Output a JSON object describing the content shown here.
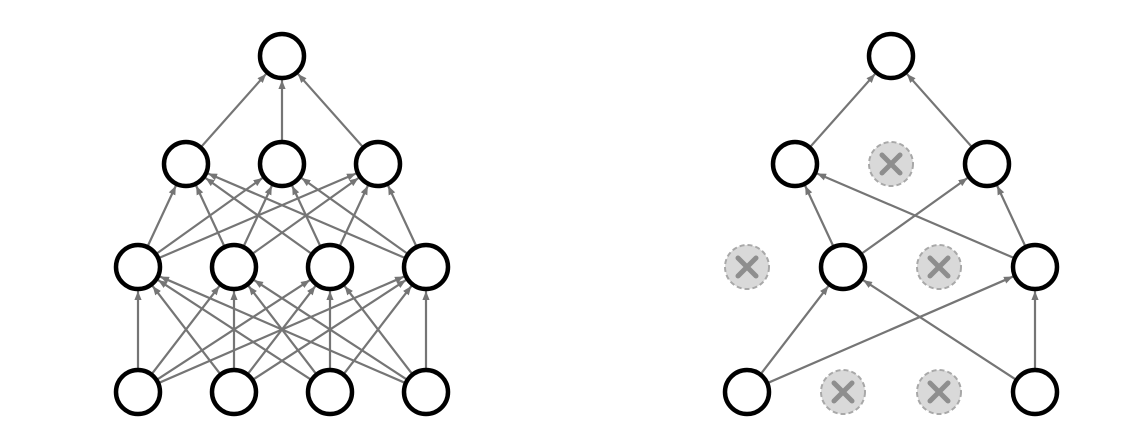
{
  "colors": {
    "background": "#ffffff",
    "edge": "#757575",
    "node_fill": "#ffffff",
    "node_stroke": "#000000",
    "dropped_fill": "#d9d9d9",
    "dropped_stroke": "#a8a8a8",
    "dropped_mark": "#8e8e8e"
  },
  "networks": [
    {
      "id": "standard-network",
      "layers": [
        {
          "units": [
            "active",
            "active",
            "active",
            "active"
          ]
        },
        {
          "units": [
            "active",
            "active",
            "active",
            "active"
          ]
        },
        {
          "units": [
            "active",
            "active",
            "active"
          ]
        },
        {
          "units": [
            "active"
          ]
        }
      ],
      "connections": "fully-connected"
    },
    {
      "id": "dropout-network",
      "layers": [
        {
          "units": [
            "active",
            "dropped",
            "dropped",
            "active"
          ]
        },
        {
          "units": [
            "dropped",
            "active",
            "dropped",
            "active"
          ]
        },
        {
          "units": [
            "active",
            "dropped",
            "active"
          ]
        },
        {
          "units": [
            "active"
          ]
        }
      ],
      "connections": "fully-connected-between-active-units"
    }
  ]
}
